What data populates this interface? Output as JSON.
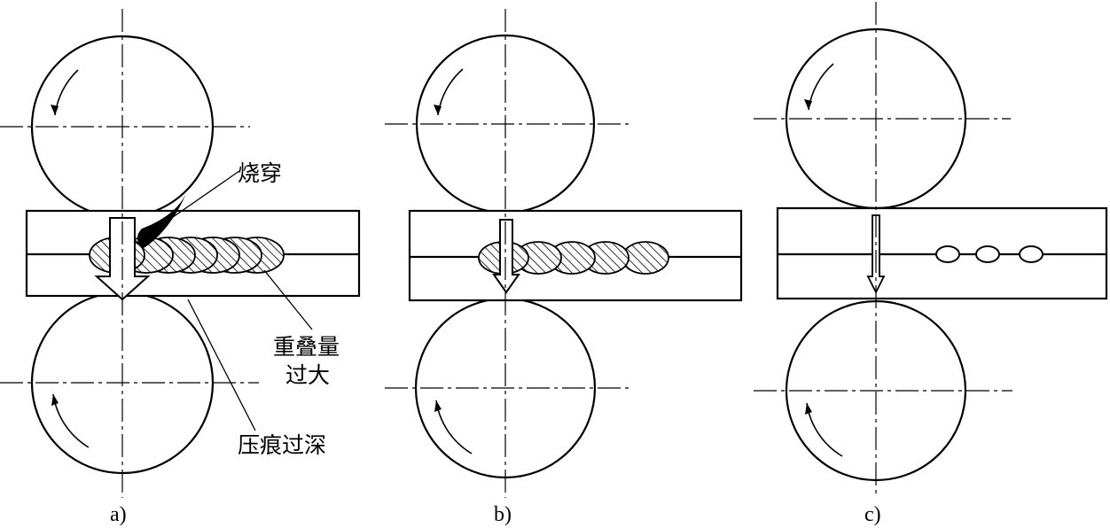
{
  "panels": [
    {
      "caption": "a)",
      "annotations": {
        "burn_through": "烧穿",
        "overlap_too_large_line1": "重叠量",
        "overlap_too_large_line2": "过大",
        "indentation_too_deep": "压痕过深"
      }
    },
    {
      "caption": "b)"
    },
    {
      "caption": "c)"
    }
  ],
  "colors": {
    "stroke": "#000000",
    "background": "#ffffff",
    "burn_fill": "#000000"
  },
  "icons": {
    "rotation": "curved-arrow-icon",
    "pressure": "down-arrow-icon",
    "nugget": "hatched-ellipse"
  }
}
